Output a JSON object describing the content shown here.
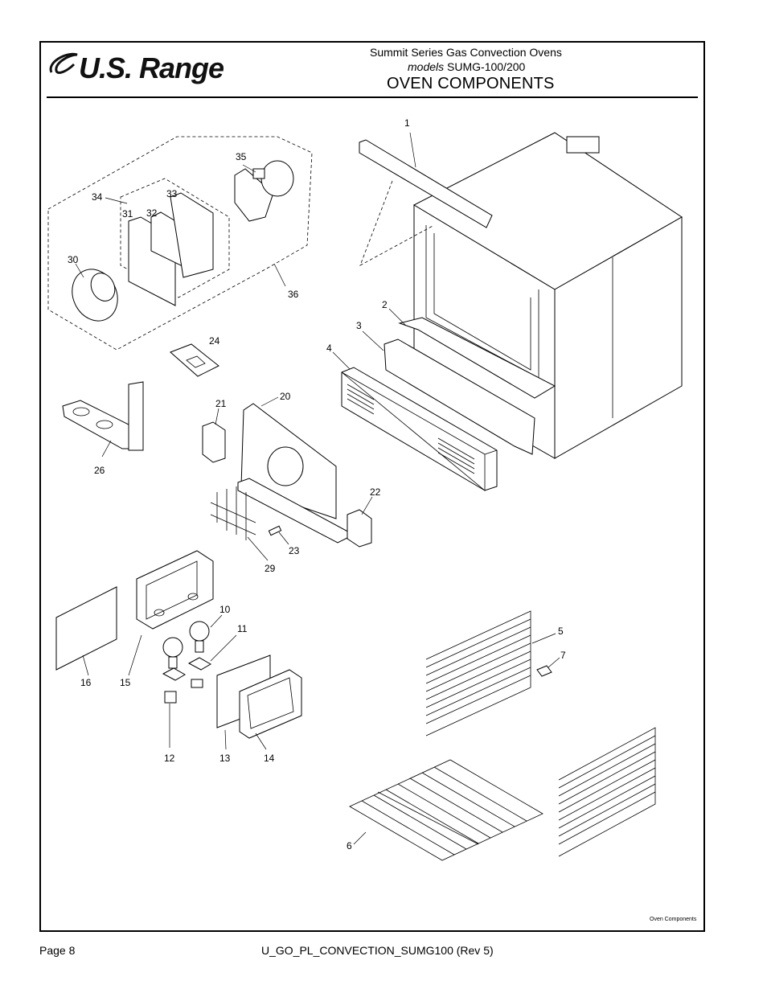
{
  "header": {
    "brand": "U.S. Range",
    "series": "Summit Series Gas Convection Ovens",
    "models_prefix": "models",
    "models": "SUMG-100/200",
    "section_title": "OVEN COMPONENTS"
  },
  "diagram": {
    "callouts": [
      "1",
      "2",
      "3",
      "4",
      "5",
      "6",
      "7",
      "10",
      "11",
      "12",
      "13",
      "14",
      "15",
      "16",
      "20",
      "21",
      "22",
      "23",
      "24",
      "26",
      "29",
      "30",
      "31",
      "32",
      "33",
      "34",
      "35",
      "36"
    ],
    "corner_note": "Oven Components"
  },
  "footer": {
    "page": "Page 8",
    "doc_code": "U_GO_PL_CONVECTION_SUMG100 (Rev 5)"
  }
}
